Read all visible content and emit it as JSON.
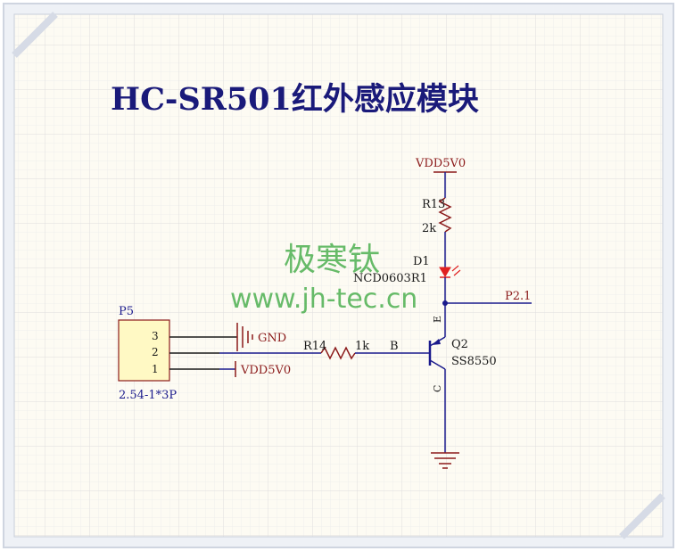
{
  "title": "HC-SR501红外感应模块",
  "watermark": {
    "cn": "极寒钛",
    "url": "www.jh-tec.cn"
  },
  "connector": {
    "designator": "P5",
    "pins": [
      "3",
      "2",
      "1"
    ],
    "footprint": "2.54-1*3P"
  },
  "nets": {
    "gnd": "GND",
    "vdd_left": "VDD5V0",
    "vdd_top": "VDD5V0",
    "output": "P2.1"
  },
  "resistor_r13": {
    "designator": "R13",
    "value": "2k"
  },
  "resistor_r14": {
    "designator": "R14",
    "value": "1k"
  },
  "led_d1": {
    "designator": "D1",
    "part": "NCD0603R1"
  },
  "transistor_q2": {
    "designator": "Q2",
    "part": "SS8550",
    "pin_b": "B",
    "pin_e": "E",
    "pin_c": "C"
  },
  "colors": {
    "wire": "#1a1a8c",
    "net_label": "#8b1a1a",
    "component": "#8b1a1a",
    "title": "#1a1a7a",
    "watermark": "#4caf50",
    "led": "#e02020",
    "grid": "#e6e6e6",
    "background": "#fdfbf3",
    "frame": "#d8dde8"
  }
}
